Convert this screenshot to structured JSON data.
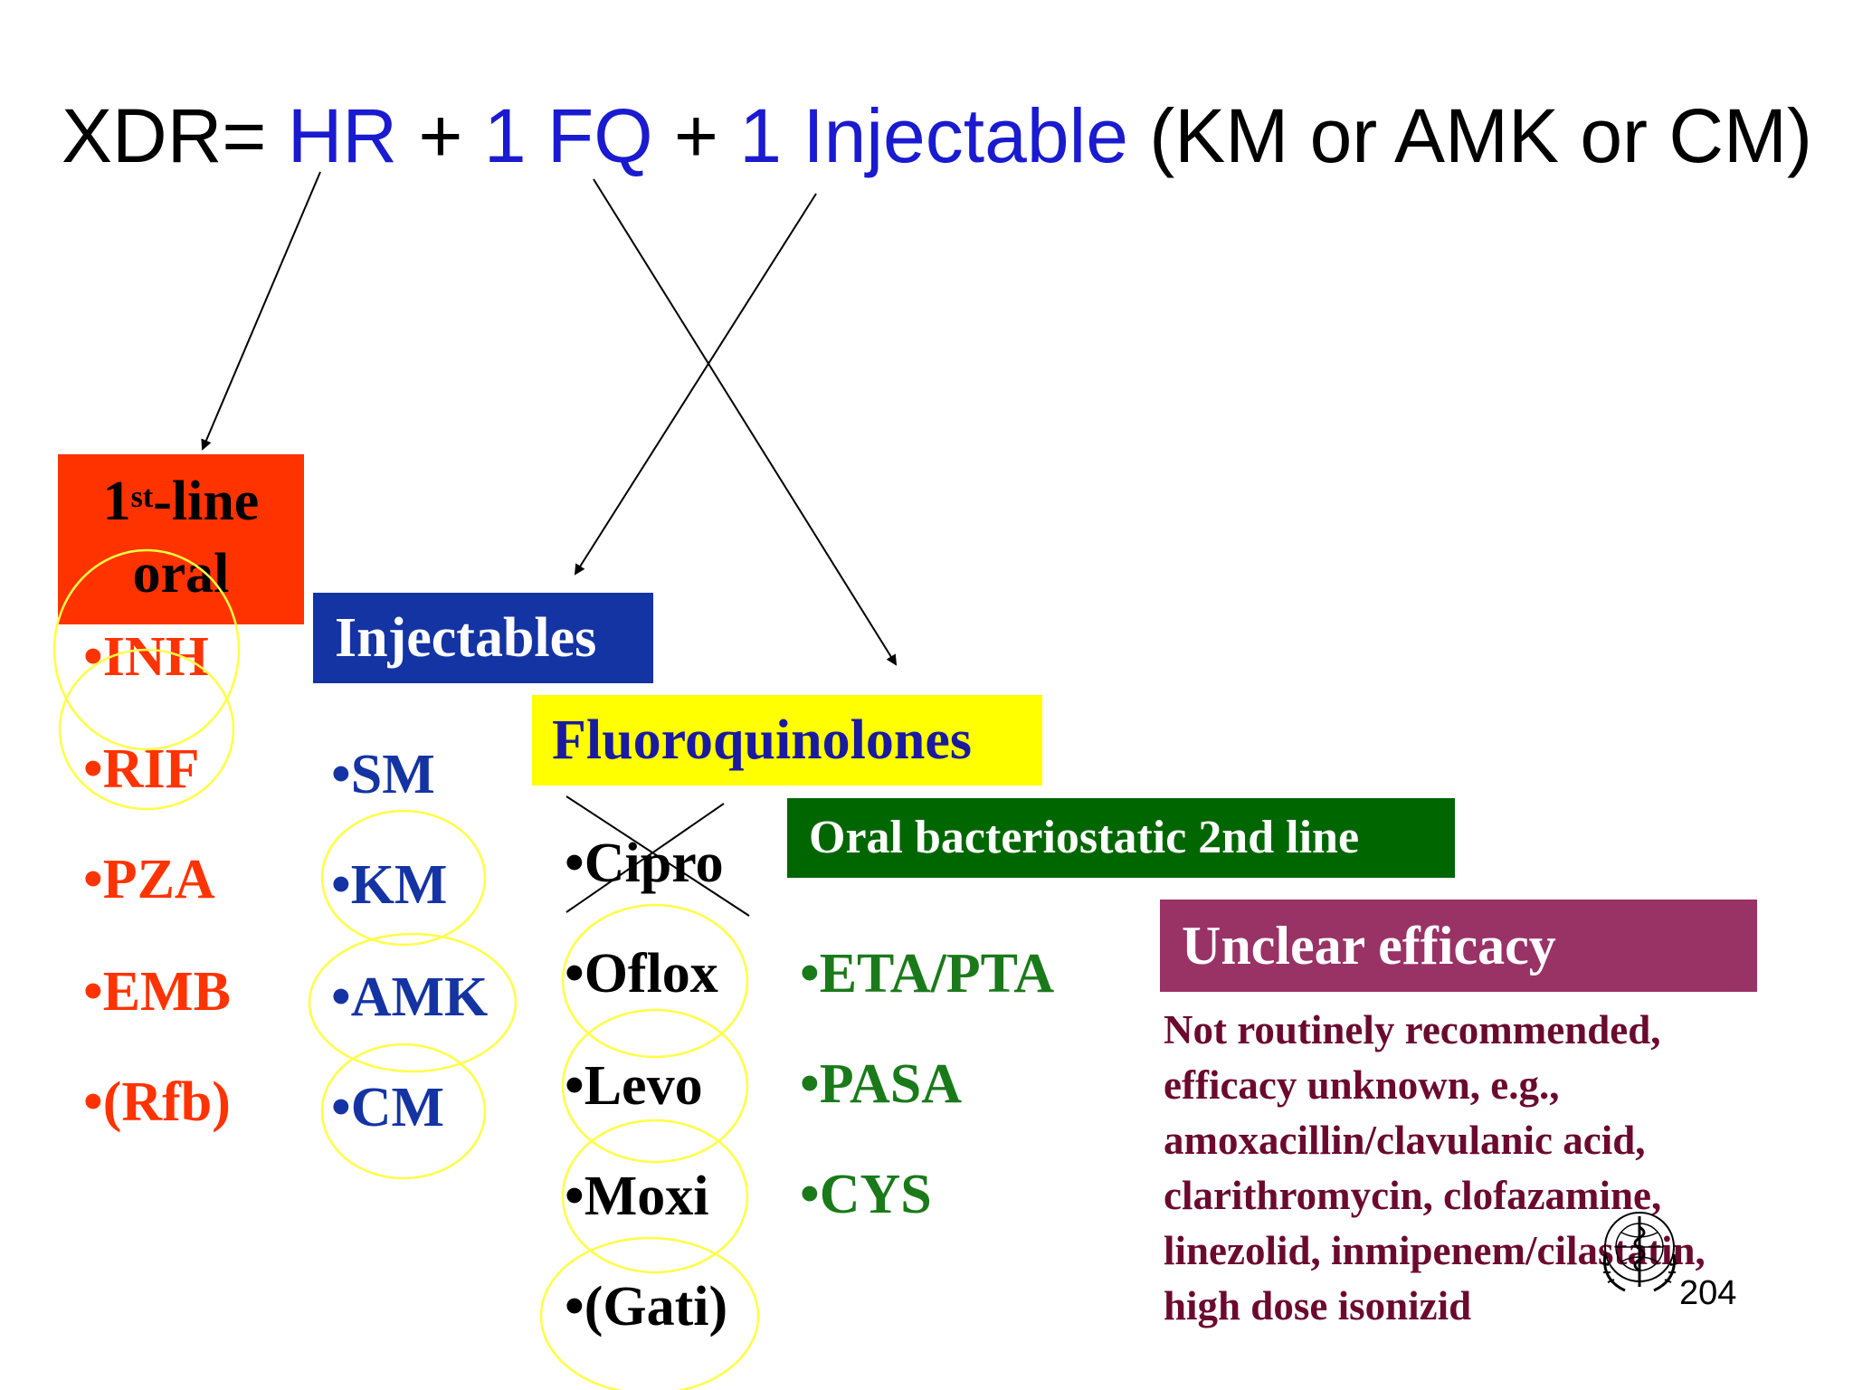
{
  "title": {
    "prefix": "XDR=",
    "hr": "HR",
    "plus1": "+",
    "fq": "1 FQ",
    "plus2": "+",
    "injectable": "1 Injectable",
    "suffix": "(KM or AMK or CM)"
  },
  "first_line": {
    "header_num": "1",
    "header_sup": "st",
    "header_rest": "-line",
    "header_line2": "oral",
    "items": [
      "•INH",
      "•RIF",
      "•PZA",
      "•EMB",
      "•(Rfb)"
    ]
  },
  "injectables": {
    "header": "Injectables",
    "items": [
      "•SM",
      "•KM",
      "•AMK",
      "•CM"
    ]
  },
  "fluoroquinolones": {
    "header": "Fluoroquinolones",
    "items": [
      "•Cipro",
      "•Oflox",
      "•Levo",
      "•Moxi",
      "•(Gati)"
    ]
  },
  "oral_bacteriostatic": {
    "header": "Oral bacteriostatic 2nd line",
    "items": [
      "•ETA/PTA",
      "•PASA",
      "•CYS"
    ]
  },
  "unclear": {
    "header": "Unclear efficacy",
    "lines": [
      "Not routinely recommended,",
      "efficacy unknown, e.g.,",
      "amoxacillin/clavulanic acid,",
      "clarithromycin, clofazamine,",
      "linezolid, inmipenem/cilastatin,",
      "high dose isonizid"
    ]
  },
  "page_number": "204",
  "colors": {
    "first_line_bg": "#ff3300",
    "injectables_bg": "#1434a4",
    "fluoroquinolones_bg": "#ffff00",
    "oral_bg": "#006600",
    "unclear_bg": "#993366",
    "highlight_circle": "#ffff44",
    "title_blue": "#1a1ad0"
  }
}
